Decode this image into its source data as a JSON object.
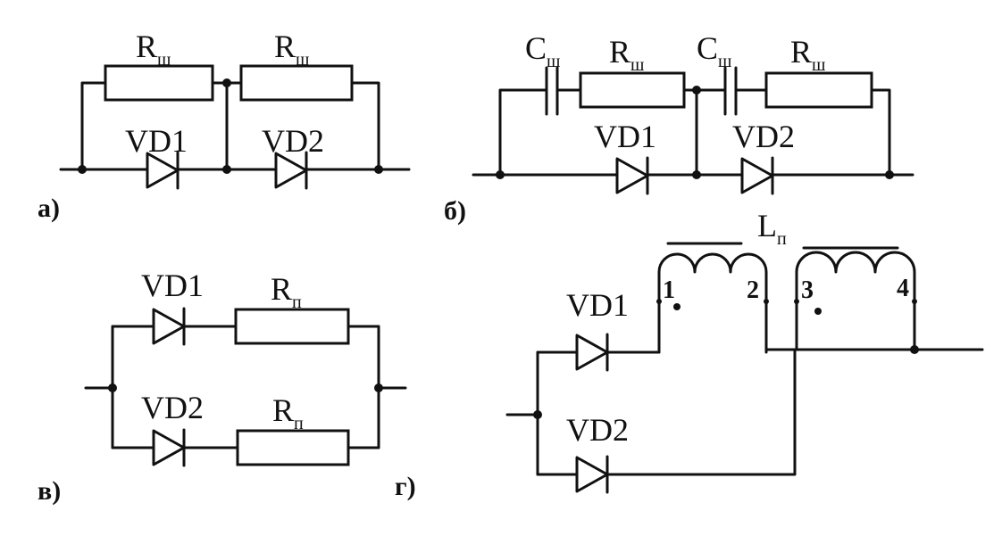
{
  "panels": {
    "a": "а)",
    "b": "б)",
    "v": "в)",
    "g": "г)"
  },
  "a": {
    "r1": {
      "main": "R",
      "sub": "ш"
    },
    "r2": {
      "main": "R",
      "sub": "ш"
    },
    "vd1": "VD1",
    "vd2": "VD2"
  },
  "b": {
    "c1": {
      "main": "C",
      "sub": "ш"
    },
    "r1": {
      "main": "R",
      "sub": "ш"
    },
    "c2": {
      "main": "C",
      "sub": "ш"
    },
    "r2": {
      "main": "R",
      "sub": "ш"
    },
    "vd1": "VD1",
    "vd2": "VD2"
  },
  "v": {
    "vd1": "VD1",
    "vd2": "VD2",
    "r1": {
      "main": "R",
      "sub": "п"
    },
    "r2": {
      "main": "R",
      "sub": "п"
    }
  },
  "g": {
    "l": {
      "main": "L",
      "sub": "п"
    },
    "t1": "1",
    "t2": "2",
    "t3": "3",
    "t4": "4",
    "vd1": "VD1",
    "vd2": "VD2"
  }
}
